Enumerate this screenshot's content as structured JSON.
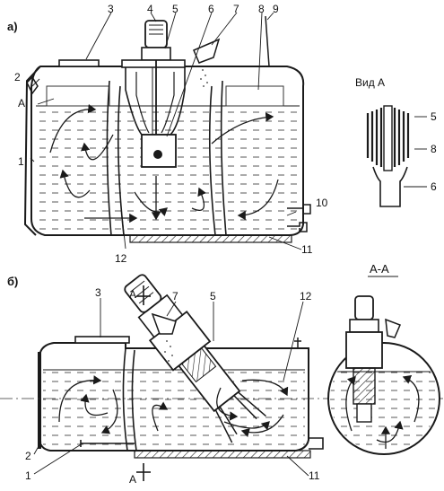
{
  "panel_a": {
    "label": "а)",
    "callouts": [
      "3",
      "4",
      "5",
      "6",
      "7",
      "8",
      "9",
      "2",
      "A",
      "1",
      "10",
      "12",
      "11"
    ]
  },
  "view_a": {
    "title": "Вид А",
    "callouts": [
      "5",
      "8",
      "6"
    ]
  },
  "panel_b": {
    "label": "б)",
    "callouts": [
      "A",
      "7",
      "5",
      "12",
      "3",
      "2",
      "1",
      "11",
      "A"
    ]
  },
  "section_aa": {
    "title": "А-А"
  }
}
